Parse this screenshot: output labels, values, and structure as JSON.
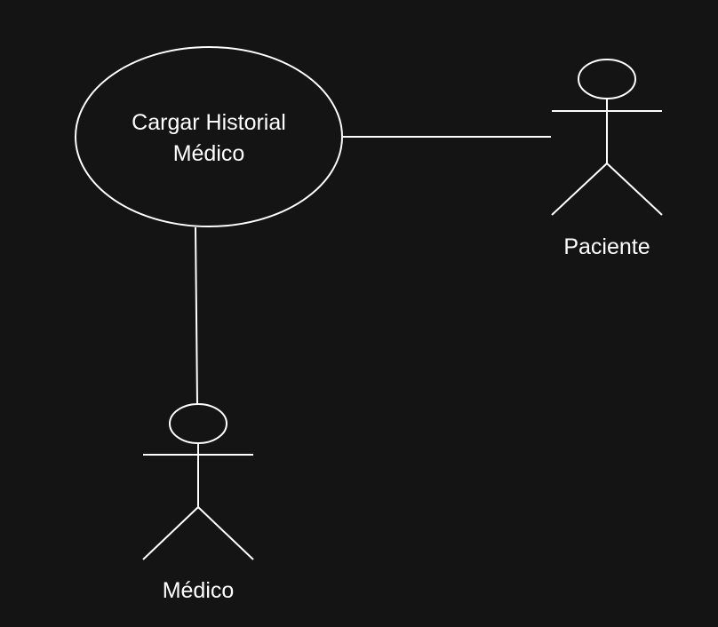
{
  "diagram": {
    "use_case": {
      "line1": "Cargar Historial",
      "line2": "Médico"
    },
    "actors": {
      "paciente": {
        "label": "Paciente"
      },
      "medico": {
        "label": "Médico"
      }
    },
    "colors": {
      "background": "#141414",
      "stroke": "#ffffff",
      "text": "#ffffff"
    }
  }
}
